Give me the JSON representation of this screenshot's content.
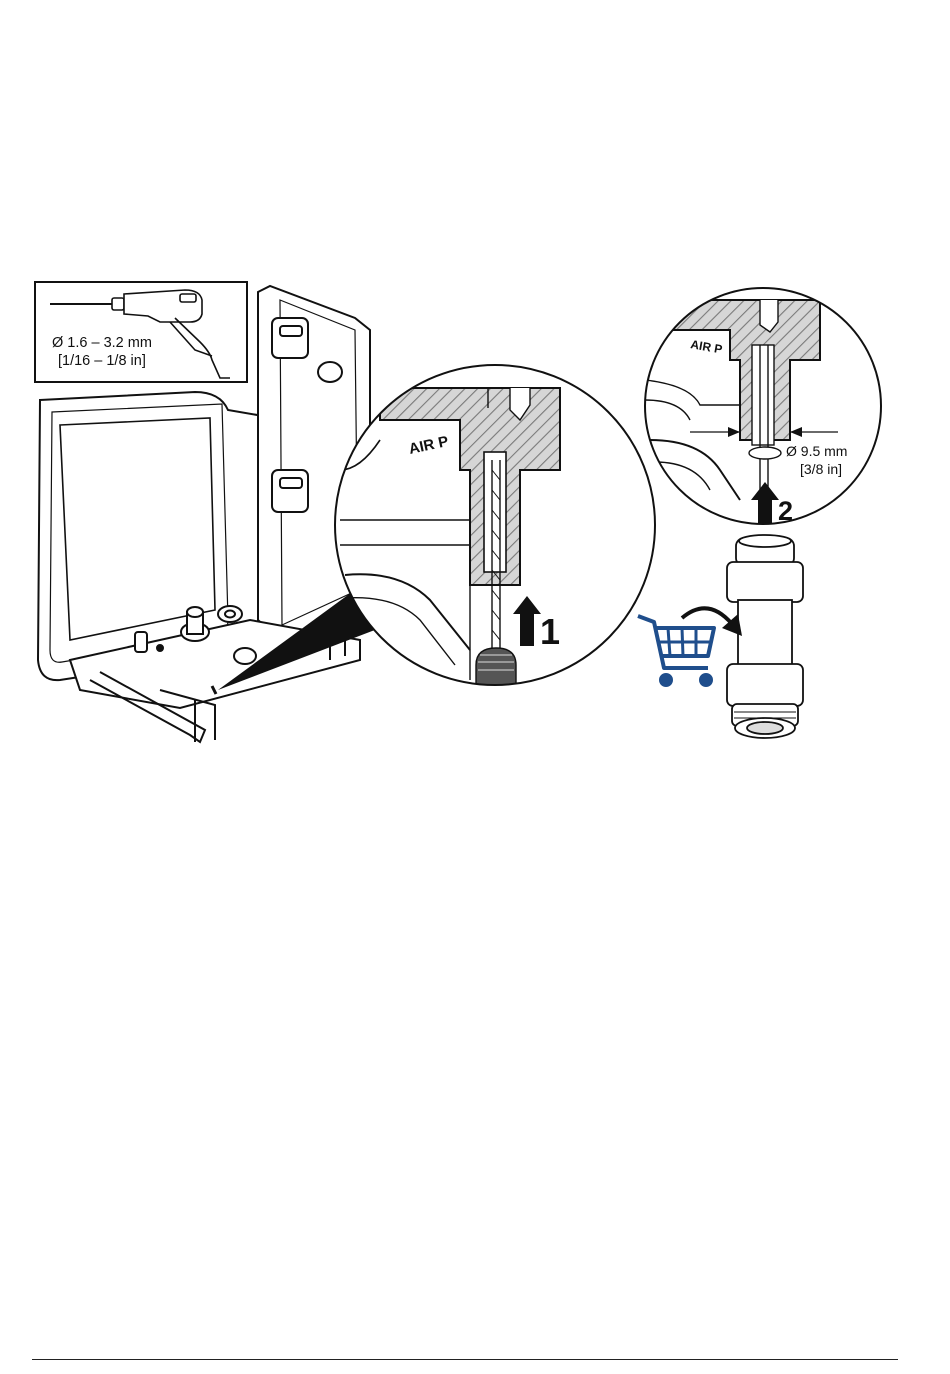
{
  "figure": {
    "drill_size_metric": "Ø 1.6 –  3.2 mm",
    "drill_size_imperial": "[1/16 – 1/8 in]",
    "fitting_size_metric": "Ø 9.5 mm",
    "fitting_size_imperial": "[3/8 in]",
    "port_label": "AIR P",
    "port_label_small": "AIR P",
    "step_1": "1",
    "step_2": "2"
  },
  "colors": {
    "line": "#111111",
    "hatch": "#8a8a8a",
    "cart": "#1f4e8c"
  },
  "icons": [
    "drill-icon",
    "shopping-cart-icon",
    "arrow-up-icon",
    "curved-arrow-icon"
  ]
}
